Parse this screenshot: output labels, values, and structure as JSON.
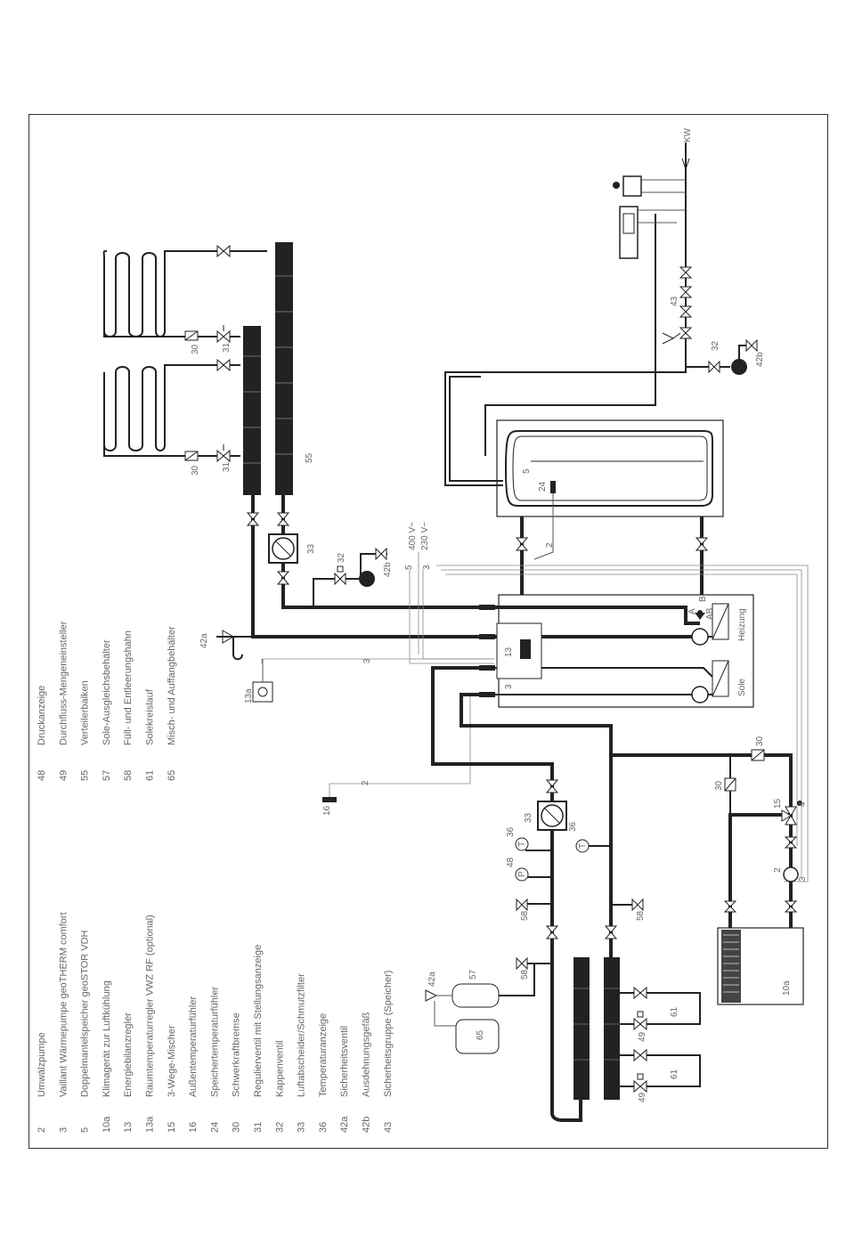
{
  "legend": [
    {
      "num": "2",
      "text": "Umwälzpumpe"
    },
    {
      "num": "3",
      "text": "Vaillant Wärmepumpe geoTHERM comfort"
    },
    {
      "num": "5",
      "text": "Doppelmantelspeicher geoSTOR VDH"
    },
    {
      "num": "10a",
      "text": "Klimagerät zur Luftkühlung"
    },
    {
      "num": "13",
      "text": "Energiebilanzregler"
    },
    {
      "num": "13a",
      "text": "Raumtemperaturregler VWZ RF (optional)"
    },
    {
      "num": "15",
      "text": "3-Wege-Mischer"
    },
    {
      "num": "16",
      "text": "Außentemperaturfühler"
    },
    {
      "num": "24",
      "text": "Speichertemperaturfühler"
    },
    {
      "num": "30",
      "text": "Schwerkraftbremse"
    },
    {
      "num": "31",
      "text": "Regulierventil mit Stellungsanzeige"
    },
    {
      "num": "32",
      "text": "Kappenventil"
    },
    {
      "num": "33",
      "text": "Luftabscheider/Schmutzfilter"
    },
    {
      "num": "36",
      "text": "Temperaturanzeige"
    },
    {
      "num": "42a",
      "text": "Sicherheitsventil"
    },
    {
      "num": "42b",
      "text": "Ausdehnungsgefäß"
    },
    {
      "num": "43",
      "text": "Sicherheitsgruppe (Speicher)"
    },
    {
      "num": "48",
      "text": "Druckanzeige"
    },
    {
      "num": "49",
      "text": "Durchfluss-Mengeneinsteller"
    },
    {
      "num": "55",
      "text": "Verteilerbalken"
    },
    {
      "num": "57",
      "text": "Sole-Ausgleichsbehälter"
    },
    {
      "num": "58",
      "text": "Füll- und Entleerungshahn"
    },
    {
      "num": "61",
      "text": "Solekreislauf"
    },
    {
      "num": "65",
      "text": "Misch- und Auffangbehälter"
    }
  ],
  "labels": {
    "kw": "KW",
    "v400": "400 V~",
    "v230": "230 V~",
    "heizung": "Heizung",
    "sole": "Sole",
    "n2": "2",
    "n3": "3",
    "n4": "4",
    "n5": "5",
    "n10a": "10a",
    "n13": "13",
    "n13a": "13a",
    "n15": "15",
    "n16": "16",
    "n24": "24",
    "n30": "30",
    "n31": "31",
    "n32": "32",
    "n33": "33",
    "n36": "36",
    "n42a": "42a",
    "n42b": "42b",
    "n43": "43",
    "n48": "48",
    "n49": "49",
    "n55": "55",
    "n57": "57",
    "n58": "58",
    "n61": "61",
    "n65": "65",
    "pT": "T",
    "pP": "P",
    "pA": "A",
    "pB": "B",
    "pAB": "AB"
  }
}
